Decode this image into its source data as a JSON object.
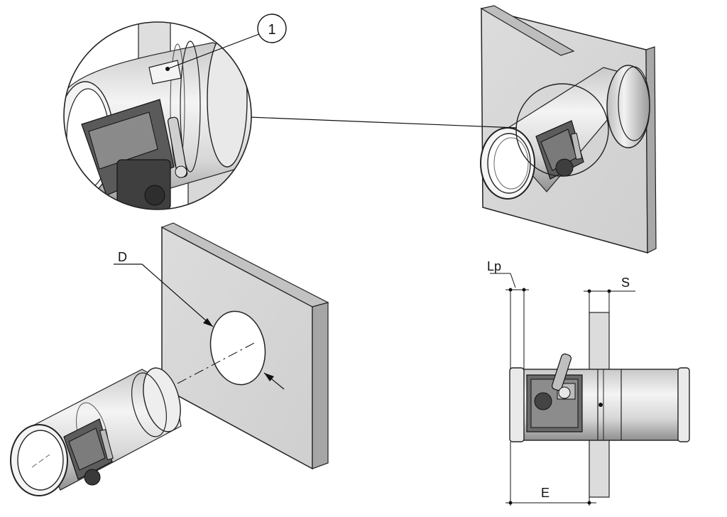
{
  "callouts": {
    "item_1": "1"
  },
  "dimensions": {
    "diameter": "D",
    "lp": "Lp",
    "s": "S",
    "e": "E"
  },
  "colors": {
    "wall": "#d9d9d9",
    "wall_side": "#a8a8a8",
    "duct_light": "#e8e8e8",
    "duct_dark": "#8c8c8c",
    "actuator": "#555555",
    "line": "#111111"
  }
}
